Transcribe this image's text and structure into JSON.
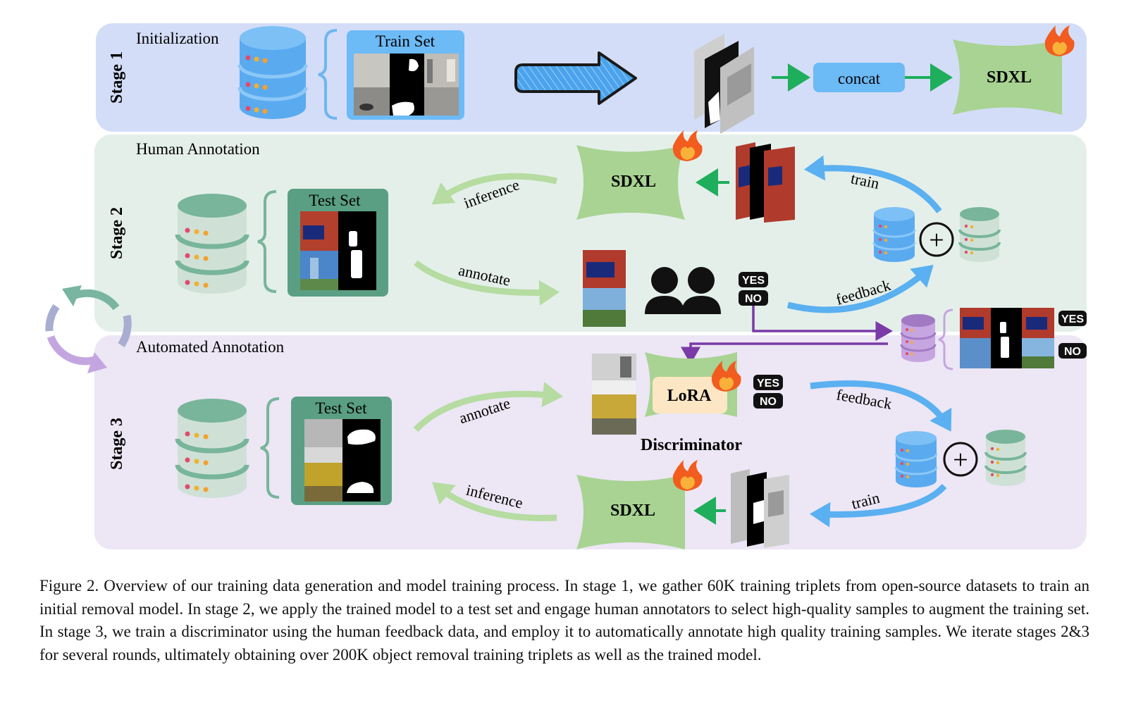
{
  "stages": {
    "stage1": {
      "label": "Stage 1",
      "title": "Initialization"
    },
    "stage2": {
      "label": "Stage 2",
      "title": "Human Annotation"
    },
    "stage3": {
      "label": "Stage 3",
      "title": "Automated Annotation"
    }
  },
  "nodes": {
    "train_set": "Train Set",
    "test_set_2": "Test Set",
    "test_set_3": "Test Set",
    "concat": "concat",
    "sdxl_1": "SDXL",
    "sdxl_2": "SDXL",
    "sdxl_3": "SDXL",
    "lora": "LoRA",
    "discriminator": "Discriminator"
  },
  "edges": {
    "inference_2": "inference",
    "annotate_2": "annotate",
    "train_2": "train",
    "feedback_2": "feedback",
    "annotate_3": "annotate",
    "inference_3": "inference",
    "feedback_3": "feedback",
    "train_3": "train"
  },
  "badges": {
    "yes": "YES",
    "no": "NO"
  },
  "plus": "+",
  "colors": {
    "stage1_bg": "#d3ddf7",
    "stage2_bg": "#e4efea",
    "stage3_bg": "#ece6f5",
    "sdxl_green": "#a8d392",
    "arrow_blue": "#5ab0f0",
    "arrow_green_light": "#b6dca1",
    "arrow_green": "#1fae5b",
    "purple": "#7a3aa8",
    "db_blue": "#5aaaf0",
    "db_green": "#a9cdb7",
    "db_purple": "#c6a5e0"
  },
  "caption": "Figure 2. Overview of our training data generation and model training process. In stage 1, we gather 60K training triplets from open-source datasets to train an initial removal model. In stage 2, we apply the trained model to a test set and engage human annotators to select high-quality samples to augment the training set. In stage 3, we train a discriminator using the human feedback data, and employ it to automatically annotate high quality training samples. We iterate stages 2&3 for several rounds, ultimately obtaining over 200K object removal training triplets as well as the trained model."
}
